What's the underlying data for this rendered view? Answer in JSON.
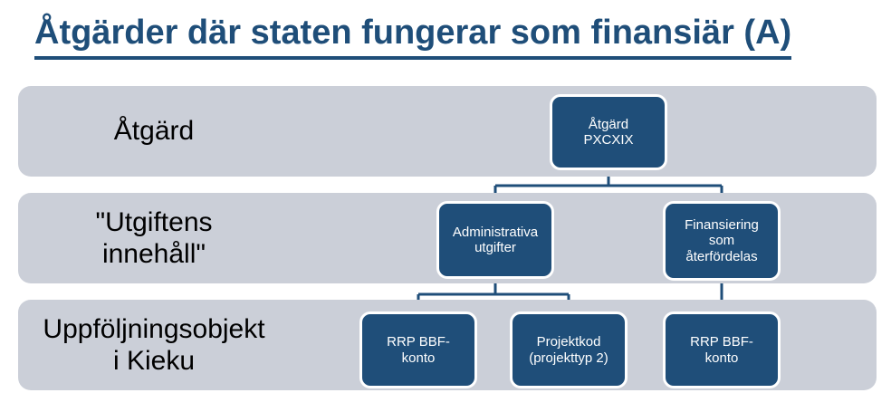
{
  "title": {
    "text": "Åtgärder där staten fungerar som finansiär (A)"
  },
  "colors": {
    "navy": "#1F4E79",
    "band_gray": "#CBCFD8",
    "box_text": "#FFFFFF",
    "label_text": "#000000",
    "background": "#FFFFFF"
  },
  "bands": [
    {
      "name": "atgard",
      "label_lines": [
        "Åtgärd"
      ]
    },
    {
      "name": "utgiftens-innehall",
      "label_lines": [
        "\"Utgiftens",
        "innehåll\""
      ]
    },
    {
      "name": "uppfoljningsobjekt-i-kieku",
      "label_lines": [
        "Uppföljningsobjekt",
        "i Kieku"
      ]
    }
  ],
  "nodes": {
    "root": {
      "lines": [
        "Åtgärd",
        "PXCXIX"
      ]
    },
    "admin": {
      "lines": [
        "Administrativa",
        "utgifter"
      ]
    },
    "finansiering": {
      "lines": [
        "Finansiering",
        "som",
        "återfördelas"
      ]
    },
    "rrp1": {
      "lines": [
        "RRP BBF-",
        "konto"
      ]
    },
    "projektkod": {
      "lines": [
        "Projektkod",
        "(projekttyp 2)"
      ]
    },
    "rrp2": {
      "lines": [
        "RRP BBF-",
        "konto"
      ]
    }
  },
  "hierarchy": [
    {
      "parent": "Åtgärd PXCXIX",
      "children": [
        "Administrativa utgifter",
        "Finansiering som återfördelas"
      ]
    },
    {
      "parent": "Administrativa utgifter",
      "children": [
        "RRP BBF-konto",
        "Projektkod (projekttyp 2)"
      ]
    },
    {
      "parent": "Finansiering som återfördelas",
      "children": [
        "RRP BBF-konto"
      ]
    }
  ]
}
